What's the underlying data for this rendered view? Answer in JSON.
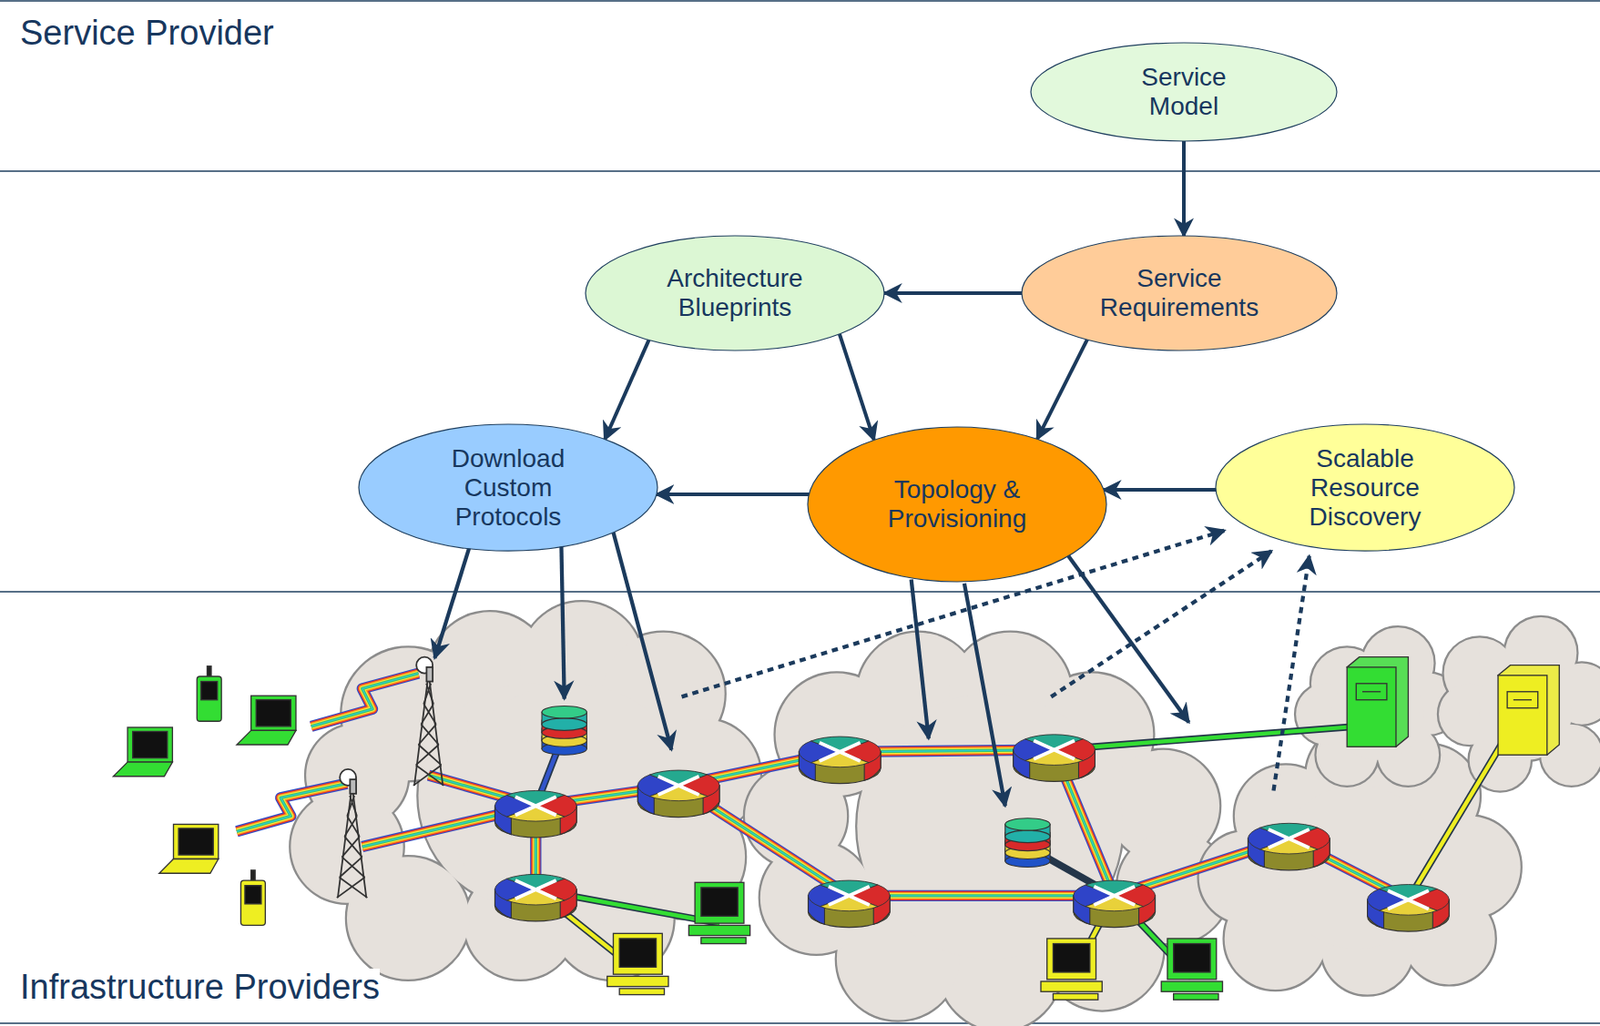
{
  "diagram": {
    "nodes": [
      {
        "text": [
          "Service Model"
        ]
      },
      {
        "text": [
          "Architecture Blueprints"
        ]
      },
      {
        "text": [
          "Service Requirements"
        ]
      },
      {
        "text": [
          "Download Custom Protocols"
        ]
      },
      {
        "text": [
          "Topology & Provisioning"
        ]
      },
      {
        "text": [
          "Scalable Resource Discovery"
        ]
      }
    ],
    "edges": [
      {
        "from": 0,
        "to": 2,
        "arrow": "to"
      },
      {
        "from": 2,
        "to": 1,
        "arrow": "to"
      },
      {
        "from": 1,
        "to": 3,
        "arrow": "to"
      },
      {
        "from": 1,
        "to": 4,
        "arrow": "to"
      },
      {
        "from": 2,
        "to": 4,
        "arrow": "to"
      },
      {
        "from": 4,
        "to": 3,
        "arrow": "to"
      },
      {
        "from": 5,
        "to": 4,
        "arrow": "to"
      }
    ],
    "labels": [
      "Service Provider",
      "Infrastructure Providers"
    ]
  }
}
